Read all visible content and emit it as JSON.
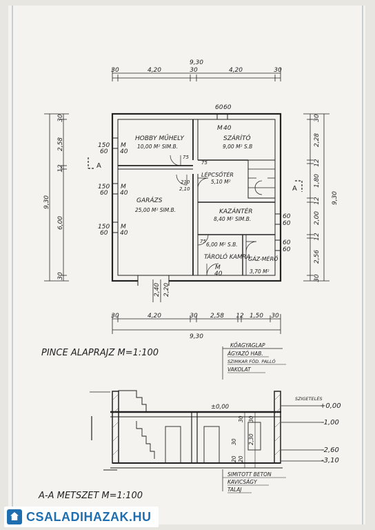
{
  "dims_top": {
    "total": "9,30",
    "parts": [
      "30",
      "4,20",
      "30",
      "4,20",
      "30"
    ]
  },
  "dims_bottom": {
    "total": "9,30",
    "parts": [
      "30",
      "4,20",
      "30",
      "2,58",
      "12",
      "1,50",
      "30"
    ],
    "door": [
      "2,40",
      "2,20"
    ]
  },
  "dims_left": {
    "total": "9,30",
    "parts": [
      "30",
      "2,58",
      "12",
      "6,00",
      "30"
    ],
    "windows": [
      {
        "w": "150",
        "h": "60",
        "m": "M",
        "mh": "40"
      },
      {
        "w": "150",
        "h": "60",
        "m": "M",
        "mh": "40"
      },
      {
        "w": "150",
        "h": "60",
        "m": "M",
        "mh": "40"
      }
    ]
  },
  "dims_right": {
    "total": "9,30",
    "parts": [
      "30",
      "2,28",
      "12",
      "1,80",
      "12",
      "2,00",
      "12",
      "2,56",
      "30"
    ],
    "win_a": [
      "60",
      "60"
    ],
    "win_b": [
      "60",
      "60"
    ]
  },
  "top_window": {
    "a": "60",
    "b": "60",
    "m": "M",
    "h": "40"
  },
  "rooms": {
    "hobby": {
      "name": "HOBBY MŰHELY",
      "area": "10,00 M² SIM.B."
    },
    "szarito": {
      "name": "SZÁRÍTÓ",
      "area": "9,00 M² S.B"
    },
    "lepcso": {
      "name": "LÉPCSŐTÉR",
      "area": "5,10 M²"
    },
    "garazs": {
      "name": "GARÁZS",
      "area": "25,00 M² SIM.B."
    },
    "kazan": {
      "name": "KAZÁNTÉR",
      "area": "8,40 M² SIM.B."
    },
    "tarolo": {
      "name": "TÁROLÓ KAMRA",
      "area": "6,00 M² S.B."
    },
    "gaz": {
      "name": "GÁZ-MÉRŐ",
      "area": "3,70 M²"
    }
  },
  "misc": {
    "d75a": "75",
    "d75b": "75",
    "d210": "210",
    "d210b": "2,10",
    "d75c": "75",
    "mh1": "M",
    "mh2": "40",
    "cut": "A"
  },
  "plan_title": "PINCE ALAPRAJZ M=1:100",
  "section_title": "A-A METSZET M=1:100",
  "roof_layers": [
    "KŐAGYAGLAP",
    "ÁGYAZÓ HAB.",
    "SZIMKAR FÖD. PALLÓ",
    "VAKOLAT"
  ],
  "floor_layers": [
    "SIMITOTT BETON",
    "KAVICSÁGY",
    "TALAJ"
  ],
  "section_levels": [
    "±0,00",
    "+0,00",
    "-1,00",
    "-2,60",
    "-3,10"
  ],
  "section_dims": [
    "30",
    "2,30",
    "30",
    "20",
    "20",
    "30"
  ],
  "szigeteles": "SZIGETELÉS",
  "watermark": "CSALADIHAZAK.HU"
}
